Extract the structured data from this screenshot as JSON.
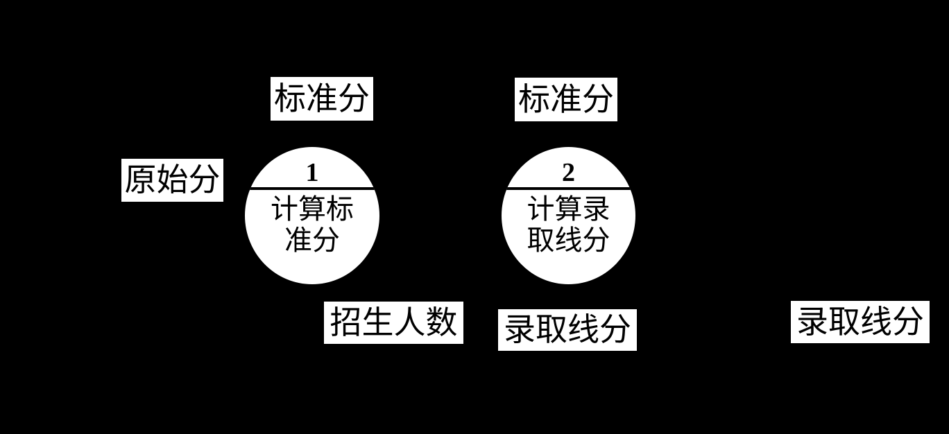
{
  "diagram": {
    "type": "data-flow-diagram",
    "background_color": "#000000",
    "foreground_color": "#ffffff",
    "text_color": "#000000",
    "processes": [
      {
        "number": "1",
        "name": "计算标准分",
        "name_lines": [
          "计算标",
          "准分"
        ]
      },
      {
        "number": "2",
        "name": "计算录取线分",
        "name_lines": [
          "计算录",
          "取线分"
        ]
      }
    ],
    "labels": {
      "input_raw_score": "原始分",
      "standard_score_1": "标准分",
      "standard_score_2": "标准分",
      "enrollment_count": "招生人数",
      "cutoff_score_middle": "录取线分",
      "cutoff_score_right": "录取线分"
    }
  }
}
